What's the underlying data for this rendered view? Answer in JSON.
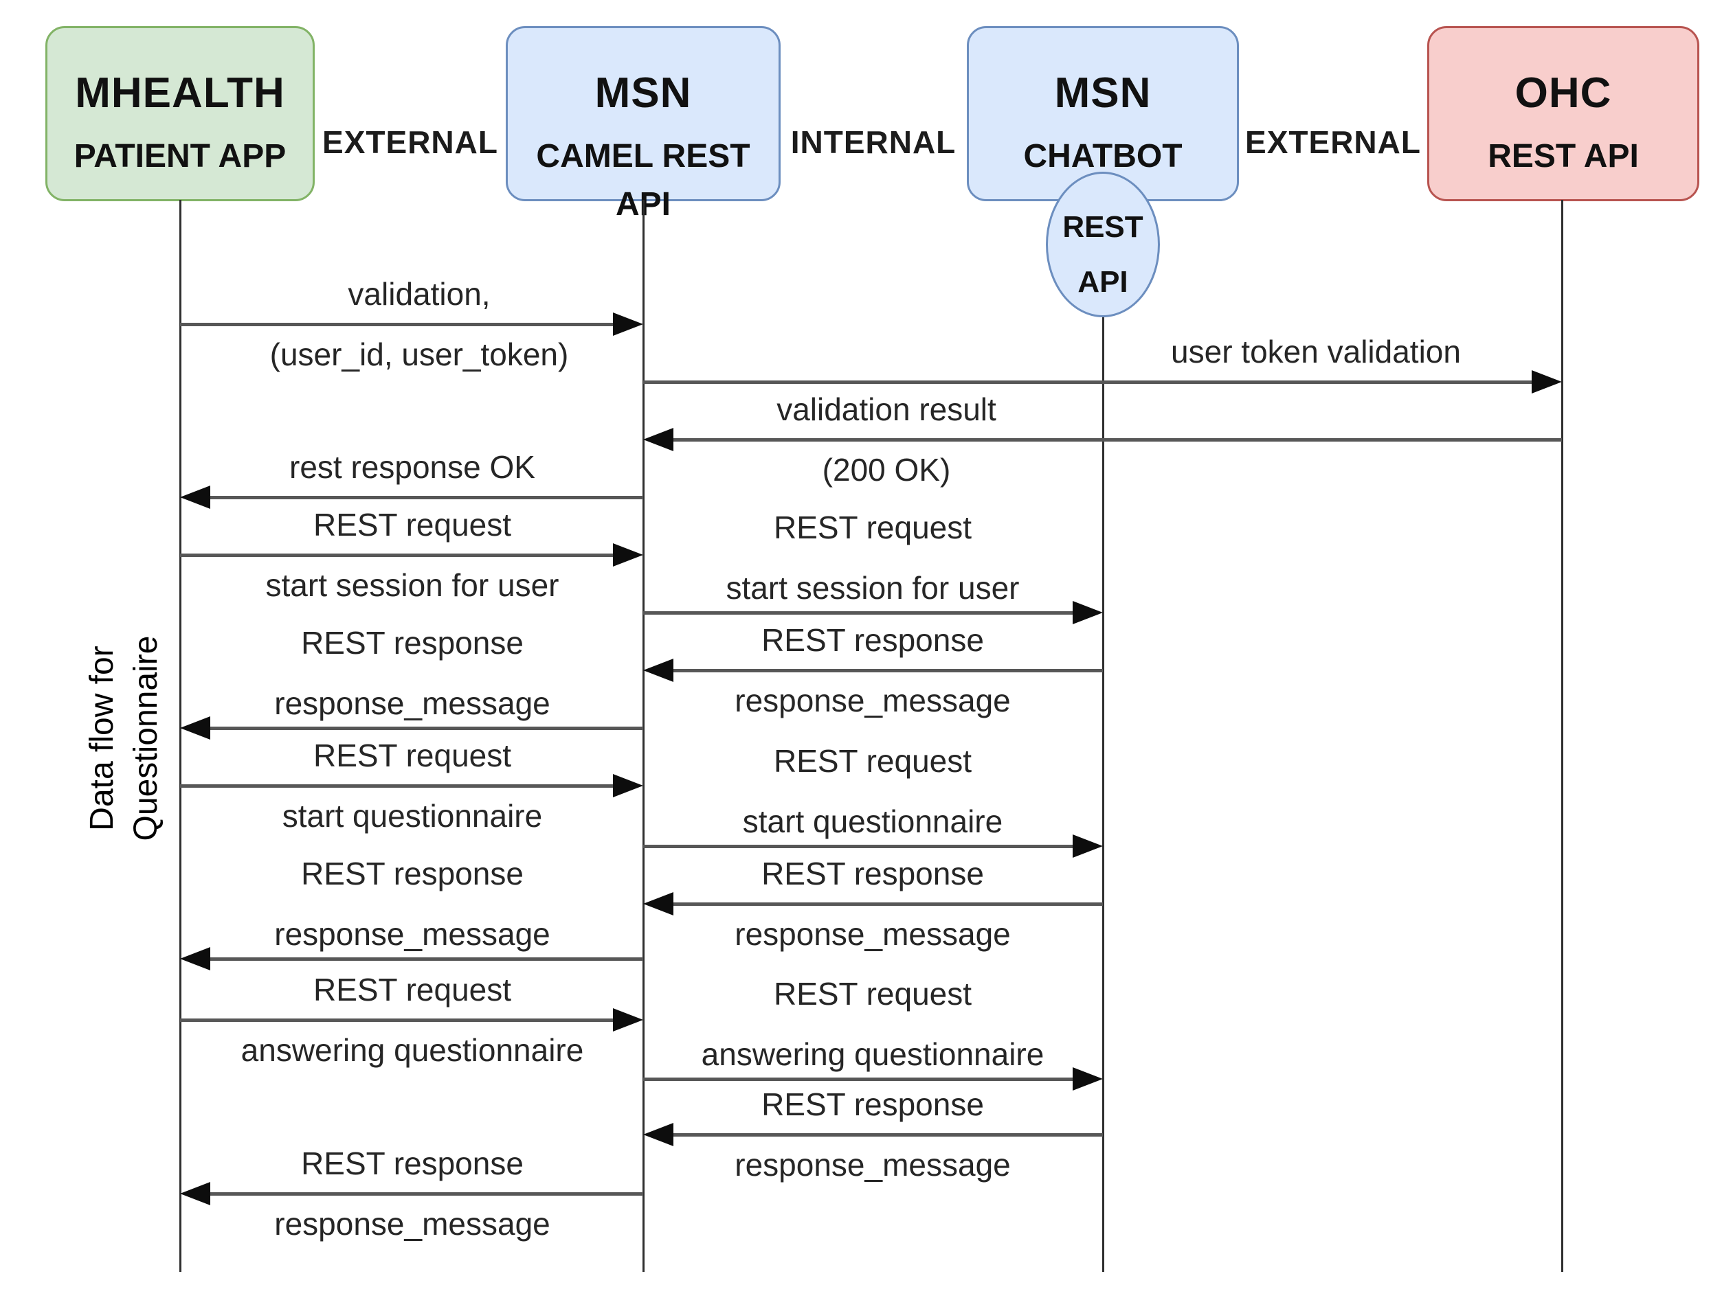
{
  "diagram": {
    "actors": [
      {
        "id": "mhealth",
        "line1": "MHEALTH",
        "line2": "PATIENT APP",
        "fill": "#d5e8d4",
        "stroke": "#82b366"
      },
      {
        "id": "camel",
        "line1": "MSN",
        "line2": "CAMEL REST API",
        "fill": "#dae8fc",
        "stroke": "#6c8ebf"
      },
      {
        "id": "chatbot",
        "line1": "MSN",
        "line2": "CHATBOT",
        "fill": "#dae8fc",
        "stroke": "#6c8ebf"
      },
      {
        "id": "ohc",
        "line1": "OHC",
        "line2": "REST API",
        "fill": "#f8cecc",
        "stroke": "#b85450"
      }
    ],
    "chatbot_subnode": {
      "line1": "REST",
      "line2": "API",
      "fill": "#dae8fc",
      "stroke": "#6c8ebf"
    },
    "zone_labels": [
      {
        "text": "EXTERNAL"
      },
      {
        "text": "INTERNAL"
      },
      {
        "text": "EXTERNAL"
      }
    ],
    "side_label": {
      "line1": "Data flow for",
      "line2": "Questionnaire"
    },
    "messages": [
      {
        "from": "mhealth",
        "to": "camel",
        "above": [
          "validation,"
        ],
        "below": [
          "(user_id, user_token)"
        ]
      },
      {
        "from": "camel",
        "to": "ohc",
        "above": [
          "user token validation"
        ],
        "below": []
      },
      {
        "from": "ohc",
        "to": "camel",
        "above": [
          "validation result"
        ],
        "below": [
          "(200 OK)"
        ]
      },
      {
        "from": "camel",
        "to": "mhealth",
        "above": [
          "rest response OK"
        ],
        "below": []
      },
      {
        "from": "mhealth",
        "to": "camel",
        "above": [
          "REST request"
        ],
        "below": [
          "start session for user"
        ]
      },
      {
        "from": "camel",
        "to": "chatbot",
        "above": [
          "REST request",
          "start session for user"
        ],
        "below": []
      },
      {
        "from": "chatbot",
        "to": "camel",
        "above": [
          "REST response"
        ],
        "below": [
          "response_message"
        ]
      },
      {
        "from": "camel",
        "to": "mhealth",
        "above": [
          "REST response",
          "response_message"
        ],
        "below": []
      },
      {
        "from": "mhealth",
        "to": "camel",
        "above": [
          "REST request"
        ],
        "below": [
          "start questionnaire"
        ]
      },
      {
        "from": "camel",
        "to": "chatbot",
        "above": [
          "REST request",
          "start questionnaire"
        ],
        "below": []
      },
      {
        "from": "chatbot",
        "to": "camel",
        "above": [
          "REST response"
        ],
        "below": [
          "response_message"
        ]
      },
      {
        "from": "camel",
        "to": "mhealth",
        "above": [
          "REST response",
          "response_message"
        ],
        "below": []
      },
      {
        "from": "mhealth",
        "to": "camel",
        "above": [
          "REST request"
        ],
        "below": [
          "answering questionnaire"
        ]
      },
      {
        "from": "camel",
        "to": "chatbot",
        "above": [
          "REST request",
          "answering questionnaire"
        ],
        "below": []
      },
      {
        "from": "chatbot",
        "to": "camel",
        "above": [
          "REST response"
        ],
        "below": [
          "response_message"
        ]
      },
      {
        "from": "camel",
        "to": "mhealth",
        "above": [
          "REST response"
        ],
        "below": [
          "response_message"
        ]
      }
    ],
    "colors": {
      "arrow_shaft": "#575757",
      "arrow_head": "#0d0d0d",
      "lifeline": "#2f2f2f",
      "text": "#262626"
    }
  }
}
